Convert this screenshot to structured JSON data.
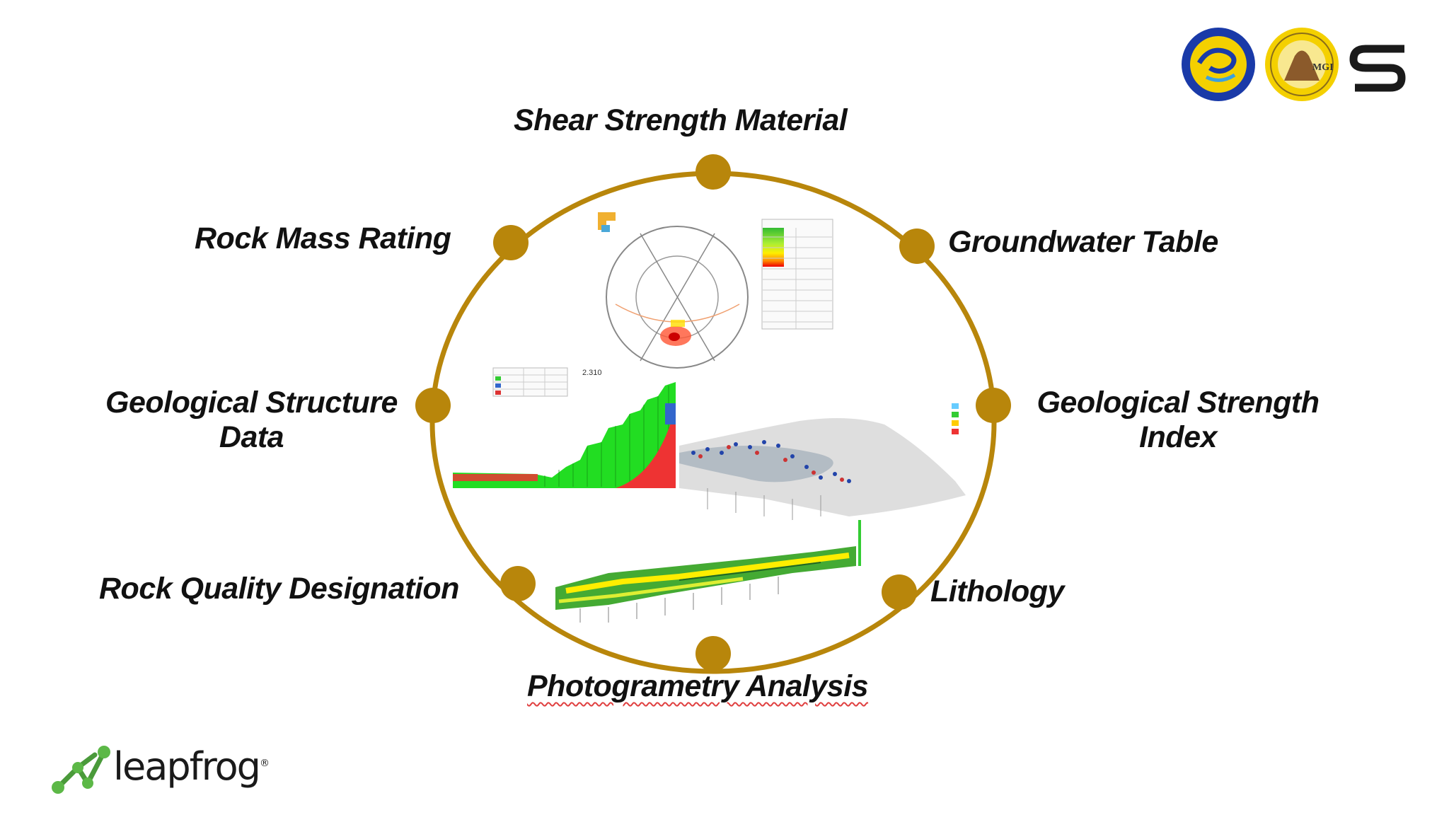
{
  "labels": {
    "top": "Shear Strength Material",
    "upper_left": "Rock Mass Rating",
    "upper_right": "Groundwater Table",
    "middle_left_line1": "Geological Structure",
    "middle_left_line2": "Data",
    "middle_right_line1": "Geological Strength",
    "middle_right_line2": "Index",
    "lower_left": "Rock Quality Designation",
    "lower_right": "Lithology",
    "bottom": "Photogrametry Analysis"
  },
  "figure_annotations": {
    "factor_of_safety": "2.310"
  },
  "branding": {
    "leapfrog": "leapfrog",
    "registered_mark": "®",
    "logo_mgi_text": "MGI"
  },
  "colors": {
    "ring": "#b8860b",
    "node": "#b8860b",
    "label_text": "#111111",
    "slope_green": "#22dd22",
    "failure_red": "#ee3333"
  },
  "icons": [
    "iagi-logo-icon",
    "mgei-logo-icon",
    "s-brand-icon",
    "leapfrog-logo-icon"
  ]
}
